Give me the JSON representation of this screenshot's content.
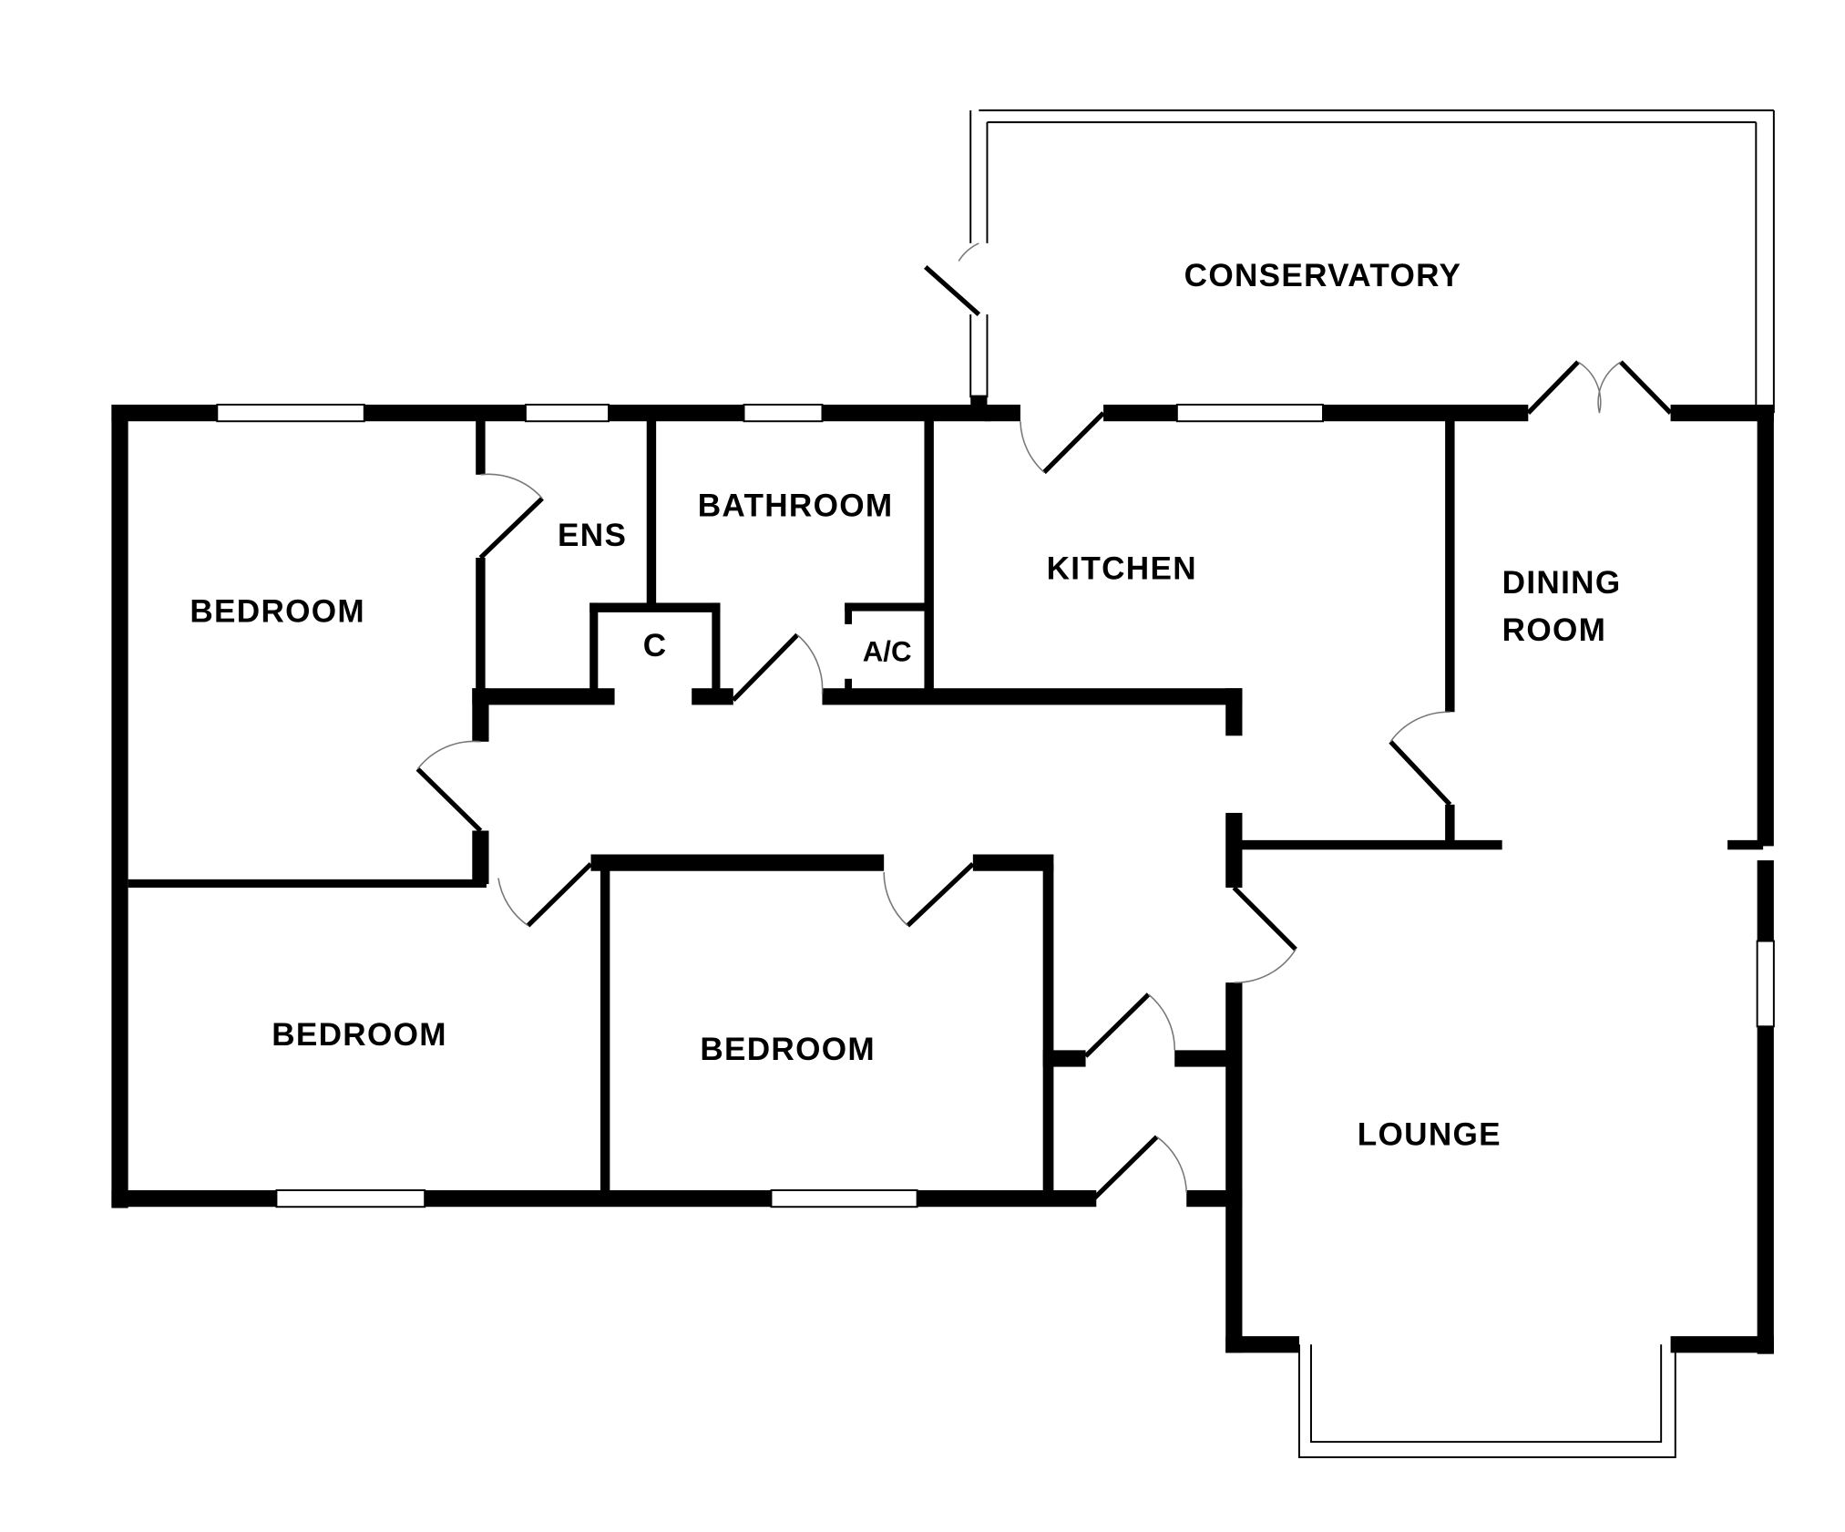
{
  "plan": {
    "rooms": {
      "conservatory": "CONSERVATORY",
      "bedroom_main": "BEDROOM",
      "ensuite": "ENS",
      "bathroom": "BATHROOM",
      "cupboard": "C",
      "airing_cupboard": "A/C",
      "kitchen": "KITCHEN",
      "dining_line1": "DINING",
      "dining_line2": "ROOM",
      "bedroom_2": "BEDROOM",
      "bedroom_3": "BEDROOM",
      "lounge": "LOUNGE"
    },
    "colors": {
      "wall": "#000000",
      "background": "#ffffff"
    }
  }
}
